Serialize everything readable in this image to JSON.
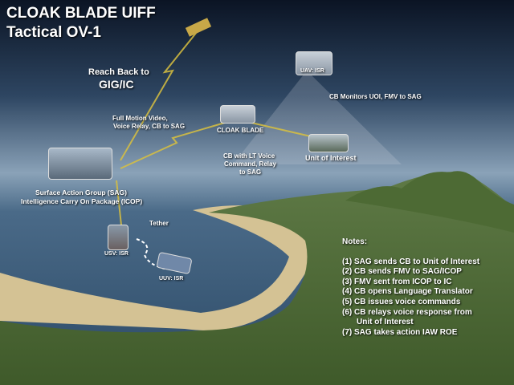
{
  "title": {
    "line1": "CLOAK BLADE UIFF",
    "line2": "Tactical OV-1"
  },
  "labels": {
    "reach_back_1": "Reach Back to",
    "reach_back_2": "GIG/IC",
    "fmv_1": "Full Motion Video,",
    "fmv_2": "Voice Relay, CB to SAG",
    "cloak_blade": "CLOAK BLADE",
    "uav": "UAV: ISR",
    "cb_monitors": "CB Monitors UOI, FMV to SAG",
    "cb_lt_1": "CB with LT Voice",
    "cb_lt_2": "Command, Relay",
    "cb_lt_3": "to  SAG",
    "unit_of_interest": "Unit of Interest",
    "sag_1": "Surface  Action Group (SAG)",
    "sag_2": "Intelligence Carry On Package (ICOP)",
    "tether": "Tether",
    "usv": "USV: ISR",
    "uuv": "UUV: ISR"
  },
  "notes": {
    "heading": "Notes:",
    "items": [
      "(1) SAG sends CB to Unit of Interest",
      "(2) CB sends FMV to SAG/ICOP",
      "(3) FMV sent from ICOP to IC",
      "(4) CB opens Language Translator",
      "(5) CB issues voice commands",
      "(6) CB relays voice response from",
      "Unit of Interest",
      "(7) SAG takes action IAW ROE"
    ]
  },
  "colors": {
    "link": "#d8c040",
    "sky": "#0e1a2c",
    "ocean": "#3d5e7c",
    "land": "#5a7a3a",
    "sand": "#d8c89a"
  }
}
